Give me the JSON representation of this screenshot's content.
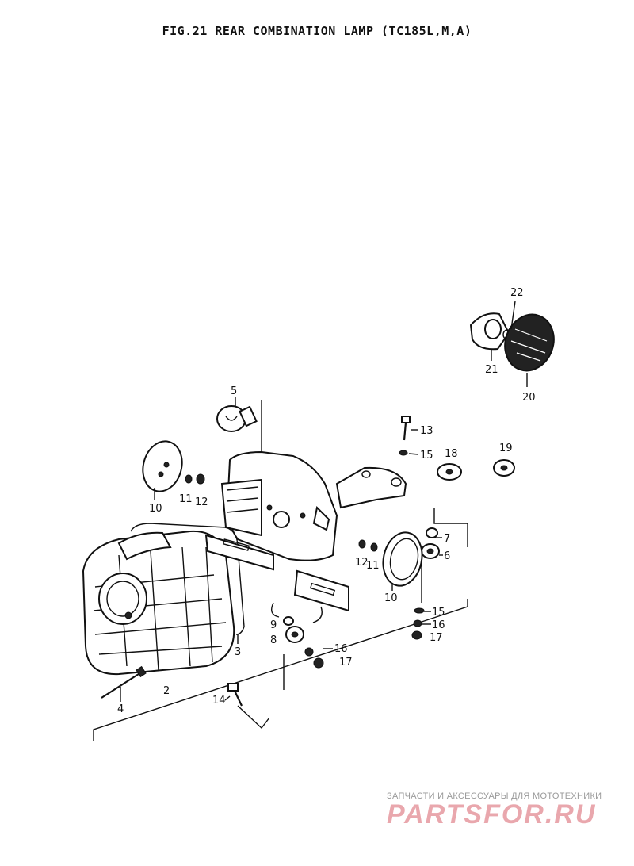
{
  "header": {
    "title": "FIG.21  REAR COMBINATION LAMP (TC185L,M,A)"
  },
  "parts": [
    {
      "ref": "2"
    },
    {
      "ref": "3"
    },
    {
      "ref": "4"
    },
    {
      "ref": "5"
    },
    {
      "ref": "6"
    },
    {
      "ref": "7"
    },
    {
      "ref": "8"
    },
    {
      "ref": "9"
    },
    {
      "ref": "10"
    },
    {
      "ref": "10"
    },
    {
      "ref": "11"
    },
    {
      "ref": "11"
    },
    {
      "ref": "12"
    },
    {
      "ref": "12"
    },
    {
      "ref": "13"
    },
    {
      "ref": "14"
    },
    {
      "ref": "15"
    },
    {
      "ref": "15"
    },
    {
      "ref": "16"
    },
    {
      "ref": "16"
    },
    {
      "ref": "17"
    },
    {
      "ref": "17"
    },
    {
      "ref": "18"
    },
    {
      "ref": "19"
    },
    {
      "ref": "20"
    },
    {
      "ref": "21"
    },
    {
      "ref": "22"
    }
  ],
  "watermark": {
    "tagline": "ЗАПЧАСТИ И АКСЕССУАРЫ ДЛЯ МОТОТЕХНИКИ",
    "brand": "PARTSFOR.RU",
    "color": "#e9a7ad"
  }
}
